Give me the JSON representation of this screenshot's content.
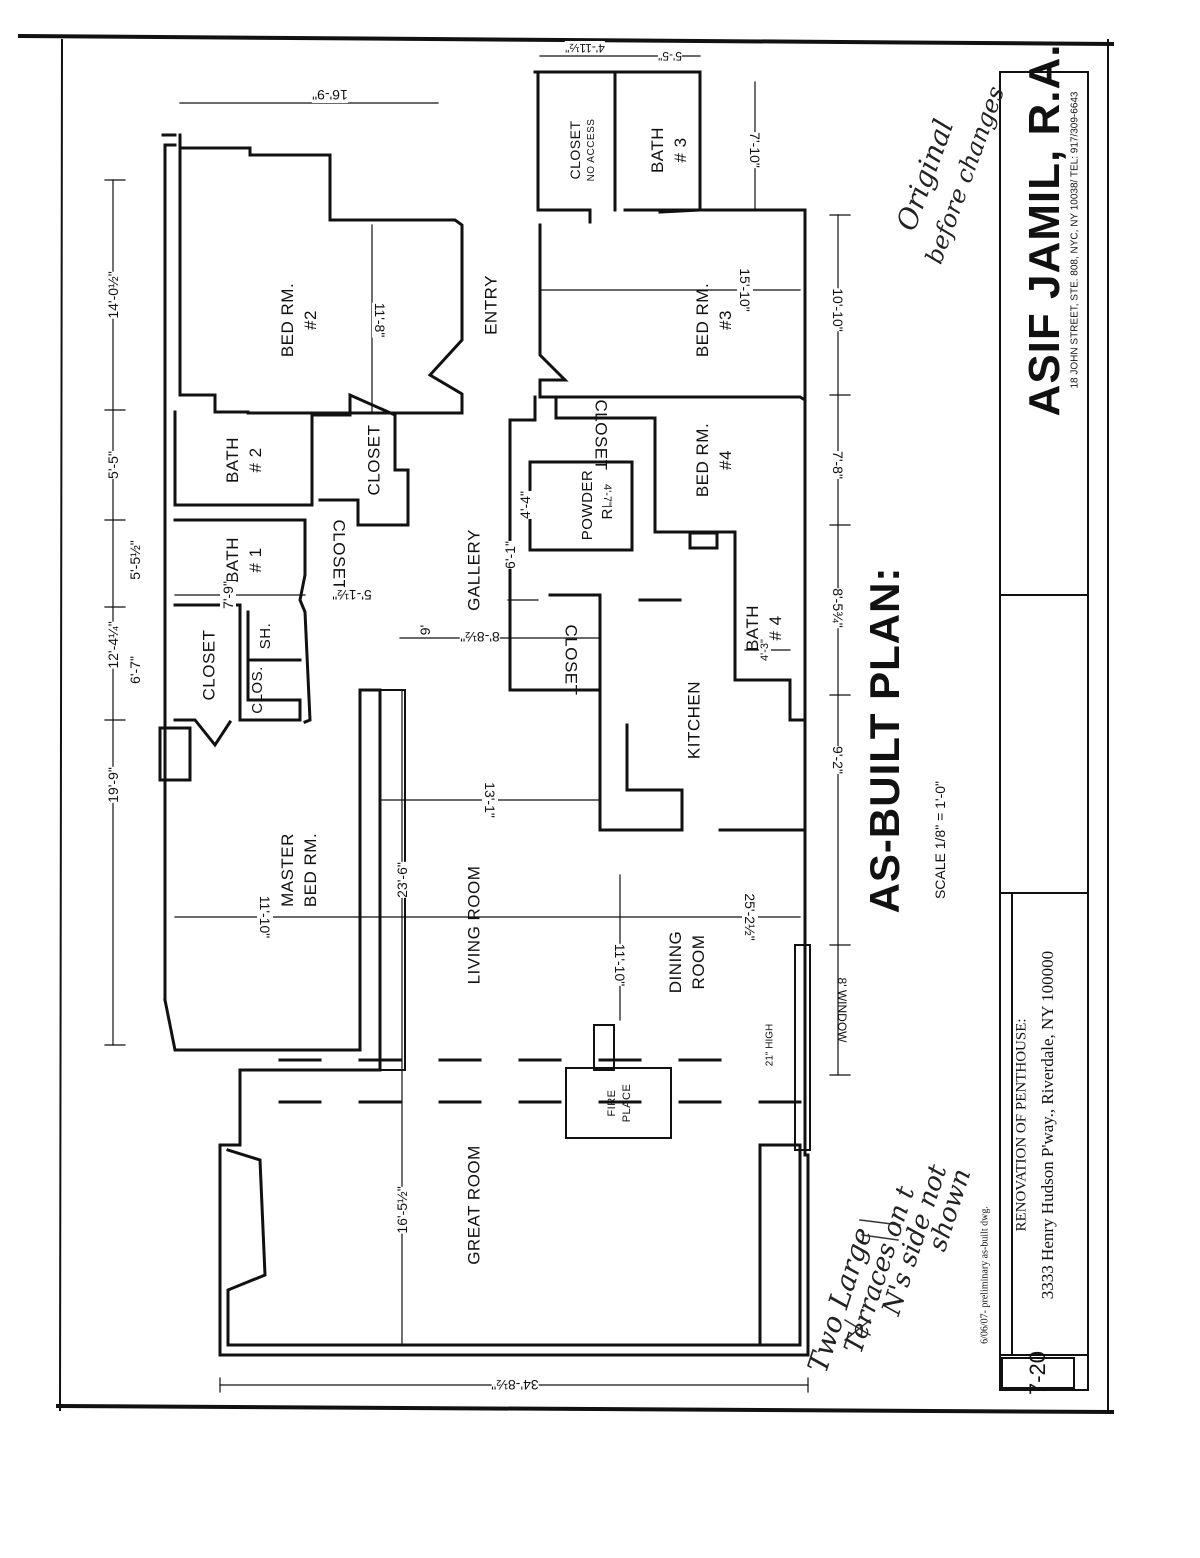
{
  "sheet": {
    "number": "7-20",
    "architect_name": "ASIF JAMIL, R.A.",
    "architect_address": "18 JOHN STREET, STE. 808, NYC, NY 10038/ TEL: 917/309-6643",
    "project_title": "RENOVATION OF PENTHOUSE:",
    "project_address": "3333 Henry Hudson P'way., Riverdale, NY 100000",
    "date_note": "6/06/07- preliminary as-built dwg.",
    "plan_title": "AS-BUILT PLAN:",
    "scale": "SCALE 1/8\" = 1'-0\""
  },
  "rooms": {
    "bed2": "BED RM.",
    "bed2_num": "#2",
    "entry": "ENTRY",
    "bed3": "BED RM.",
    "bed3_num": "#3",
    "closet_top": "CLOSET",
    "closet_no_access": "NO ACCESS",
    "bath3": "BATH",
    "bath3_num": "# 3",
    "bath2": "BATH",
    "bath2_num": "# 2",
    "closet_b2": "CLOSET",
    "bath1": "BATH",
    "bath1_num": "# 1",
    "closet_b1": "CLOSET",
    "gallery": "GALLERY",
    "powder": "POWDER",
    "powder_rm": "RM.",
    "closet_bed4": "CLOSET",
    "bed4": "BED RM.",
    "bed4_num": "#4",
    "closet_master": "CLOSET",
    "clos": "CLOS.",
    "sh": "SH.",
    "closet_kitchen": "CLOSET",
    "bath4": "BATH",
    "bath4_num": "# 4",
    "kitchen": "KITCHEN",
    "master": "MASTER",
    "master_bed": "BED RM.",
    "living": "LIVING ROOM",
    "dining": "DINING",
    "dining_room": "ROOM",
    "fireplace": "FIRE",
    "fireplace2": "PLACE",
    "great": "GREAT ROOM",
    "high": "21\" HIGH",
    "window": "8' WINDOW"
  },
  "dimensions": {
    "d_16_9": "16'-9\"",
    "d_14_0": "14'-0½\"",
    "d_5_5_left": "5'-5\"",
    "d_12_4": "12'-4¼\"",
    "d_5_5h": "5'-5½\"",
    "d_6_7": "6'-7\"",
    "d_19_9": "19'-9\"",
    "d_11_8": "11'-8\"",
    "d_7_9": "7'-9\"",
    "d_5_1": "5'-1½\"",
    "d_9": "9'",
    "d_8_8": "8'-8½\"",
    "d_4_4": "4'-4\"",
    "d_6_1": "6'-1\"",
    "d_4_7": "4'-7\"",
    "d_4_11": "4'-11½\"",
    "d_5_5_top": "5'-5\"",
    "d_7_10": "7'-10\"",
    "d_15_10": "15'-10\"",
    "d_10_10": "10'-10\"",
    "d_7_8": "7'-8\"",
    "d_8_5": "8'-5¾\"",
    "d_4_3": "4'-3\"",
    "d_9_2": "9'-2\"",
    "d_13_1": "13'-1\"",
    "d_23_6": "23'-6\"",
    "d_11_10a": "11'-10\"",
    "d_25_2": "25'-2½\"",
    "d_11_10b": "11'-10\"",
    "d_16_5": "16'-5½\"",
    "d_34_8": "34'-8½\""
  },
  "handwriting": {
    "note_top_1": "Original",
    "note_top_2": "before changes",
    "note_bottom_1": "Two Large",
    "note_bottom_2": "Terraces on t",
    "note_bottom_3": "N's side not",
    "note_bottom_4": "shown"
  }
}
